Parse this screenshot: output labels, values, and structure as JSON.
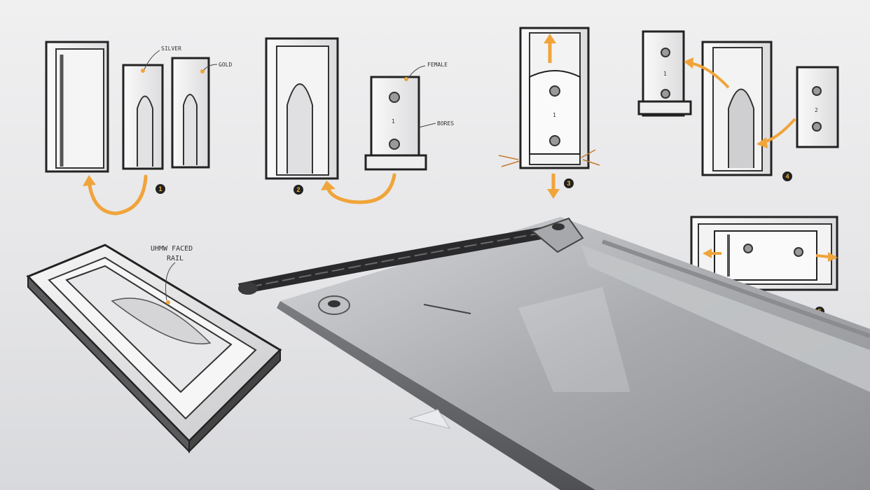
{
  "colors": {
    "background": "#ededee",
    "ink": "#222222",
    "accent_arrow": "#f0a43a",
    "metal": "#b5b7ba",
    "rail_dark": "#2a2a2c"
  },
  "annotations": {
    "silver": "SILVER",
    "gold": "GOLD",
    "female": "FEMALE",
    "bores": "BORES",
    "uhmw_line1": "UHMW FACED",
    "uhmw_line2": "RAIL",
    "part_1": "1",
    "part_1b": "1",
    "part_2": "2"
  },
  "steps": [
    "1",
    "2",
    "3",
    "4",
    "5"
  ],
  "icons": [
    "arrow-curved",
    "arrow-straight",
    "arrow-left",
    "arrow-right"
  ]
}
